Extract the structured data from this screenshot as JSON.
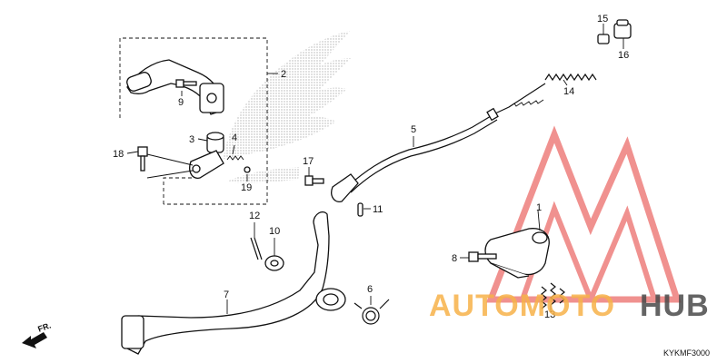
{
  "diagram": {
    "code": "KYKMF3000",
    "front_marker": "FR.",
    "watermark": {
      "part1": "AUTOMOTO",
      "part2": "HUB"
    },
    "parts": [
      {
        "id": "1",
        "label": "1"
      },
      {
        "id": "2",
        "label": "2"
      },
      {
        "id": "3",
        "label": "3"
      },
      {
        "id": "4",
        "label": "4"
      },
      {
        "id": "5",
        "label": "5"
      },
      {
        "id": "6",
        "label": "6"
      },
      {
        "id": "7",
        "label": "7"
      },
      {
        "id": "8",
        "label": "8"
      },
      {
        "id": "9",
        "label": "9"
      },
      {
        "id": "10",
        "label": "10"
      },
      {
        "id": "11",
        "label": "11"
      },
      {
        "id": "12",
        "label": "12"
      },
      {
        "id": "13",
        "label": "13"
      },
      {
        "id": "14",
        "label": "14"
      },
      {
        "id": "15",
        "label": "15"
      },
      {
        "id": "16",
        "label": "16"
      },
      {
        "id": "17",
        "label": "17"
      },
      {
        "id": "18",
        "label": "18"
      },
      {
        "id": "19",
        "label": "19"
      }
    ]
  }
}
